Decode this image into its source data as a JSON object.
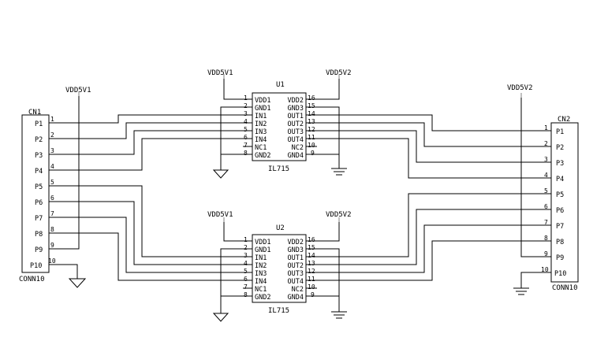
{
  "cn1": {
    "ref": "CN1",
    "part": "CONN10",
    "pins": [
      "P1",
      "P2",
      "P3",
      "P4",
      "P5",
      "P6",
      "P7",
      "P8",
      "P9",
      "P10"
    ],
    "pin_numbers": [
      "1",
      "2",
      "3",
      "4",
      "5",
      "6",
      "7",
      "8",
      "9",
      "10"
    ],
    "power_label": "VDD5V1"
  },
  "cn2": {
    "ref": "CN2",
    "part": "CONN10",
    "pins": [
      "P1",
      "P2",
      "P3",
      "P4",
      "P5",
      "P6",
      "P7",
      "P8",
      "P9",
      "P10"
    ],
    "pin_numbers": [
      "1",
      "2",
      "3",
      "4",
      "5",
      "6",
      "7",
      "8",
      "9",
      "10"
    ],
    "power_label": "VDD5V2"
  },
  "u1": {
    "ref": "U1",
    "part": "IL715",
    "left_pins": [
      "VDD1",
      "GND1",
      "IN1",
      "IN2",
      "IN3",
      "IN4",
      "NC1",
      "GND2"
    ],
    "right_pins": [
      "VDD2",
      "GND3",
      "OUT1",
      "OUT2",
      "OUT3",
      "OUT4",
      "NC2",
      "GND4"
    ],
    "left_numbers": [
      "1",
      "2",
      "3",
      "4",
      "5",
      "6",
      "7",
      "8"
    ],
    "right_numbers": [
      "16",
      "15",
      "14",
      "13",
      "12",
      "11",
      "10",
      "9"
    ],
    "power_left": "VDD5V1",
    "power_right": "VDD5V2"
  },
  "u2": {
    "ref": "U2",
    "part": "IL715",
    "left_pins": [
      "VDD1",
      "GND1",
      "IN1",
      "IN2",
      "IN3",
      "IN4",
      "NC1",
      "GND2"
    ],
    "right_pins": [
      "VDD2",
      "GND3",
      "OUT1",
      "OUT2",
      "OUT3",
      "OUT4",
      "NC2",
      "GND4"
    ],
    "left_numbers": [
      "1",
      "2",
      "3",
      "4",
      "5",
      "6",
      "7",
      "8"
    ],
    "right_numbers": [
      "16",
      "15",
      "14",
      "13",
      "12",
      "11",
      "10",
      "9"
    ],
    "power_left": "VDD5V1",
    "power_right": "VDD5V2"
  },
  "icons": {
    "ground": "ground-icon"
  }
}
